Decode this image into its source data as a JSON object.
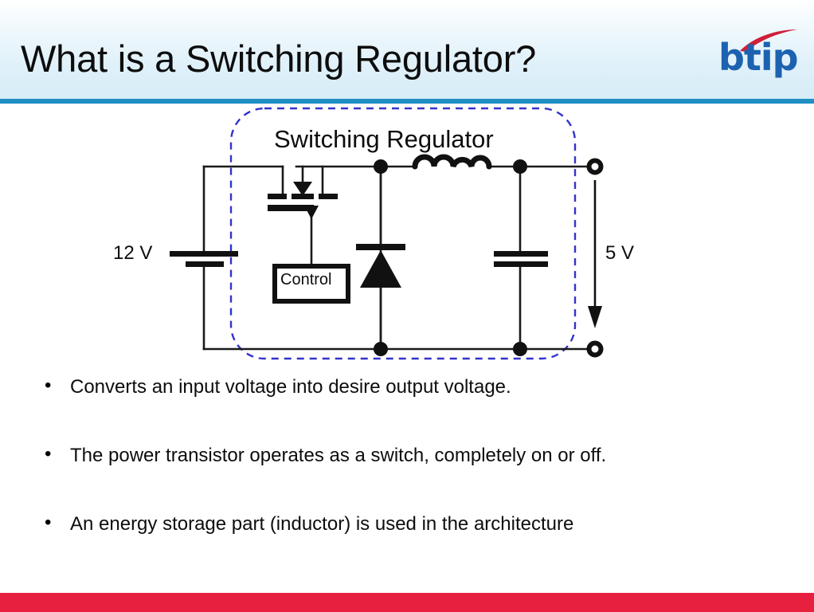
{
  "header": {
    "title": "What is a Switching Regulator?",
    "rule_color": "#1f8fc4",
    "background_color": "#dff0f9"
  },
  "logo": {
    "name": "btip",
    "text_color": "#1c62b0",
    "swoosh_color": "#cf1f3a"
  },
  "diagram": {
    "caption": "Switching Regulator",
    "input_label": "12 V",
    "output_label": "5 V",
    "control_label": "Control",
    "dashed_box_color": "#3333cc",
    "wire_color": "#1a1a1a",
    "components": [
      "input-capacitor",
      "power-mosfet-switch",
      "control-block",
      "freewheel-diode",
      "inductor",
      "output-capacitor",
      "output-terminal-top",
      "output-terminal-bottom"
    ]
  },
  "bullets": [
    {
      "marker": "•",
      "text": "Converts an input voltage into desire output voltage."
    },
    {
      "marker": "•",
      "text": "The power transistor operates as a switch, completely on or off."
    },
    {
      "marker": "•",
      "text": "An energy storage part (inductor) is used in the architecture"
    }
  ],
  "footer": {
    "bar_color": "#e8203f"
  }
}
